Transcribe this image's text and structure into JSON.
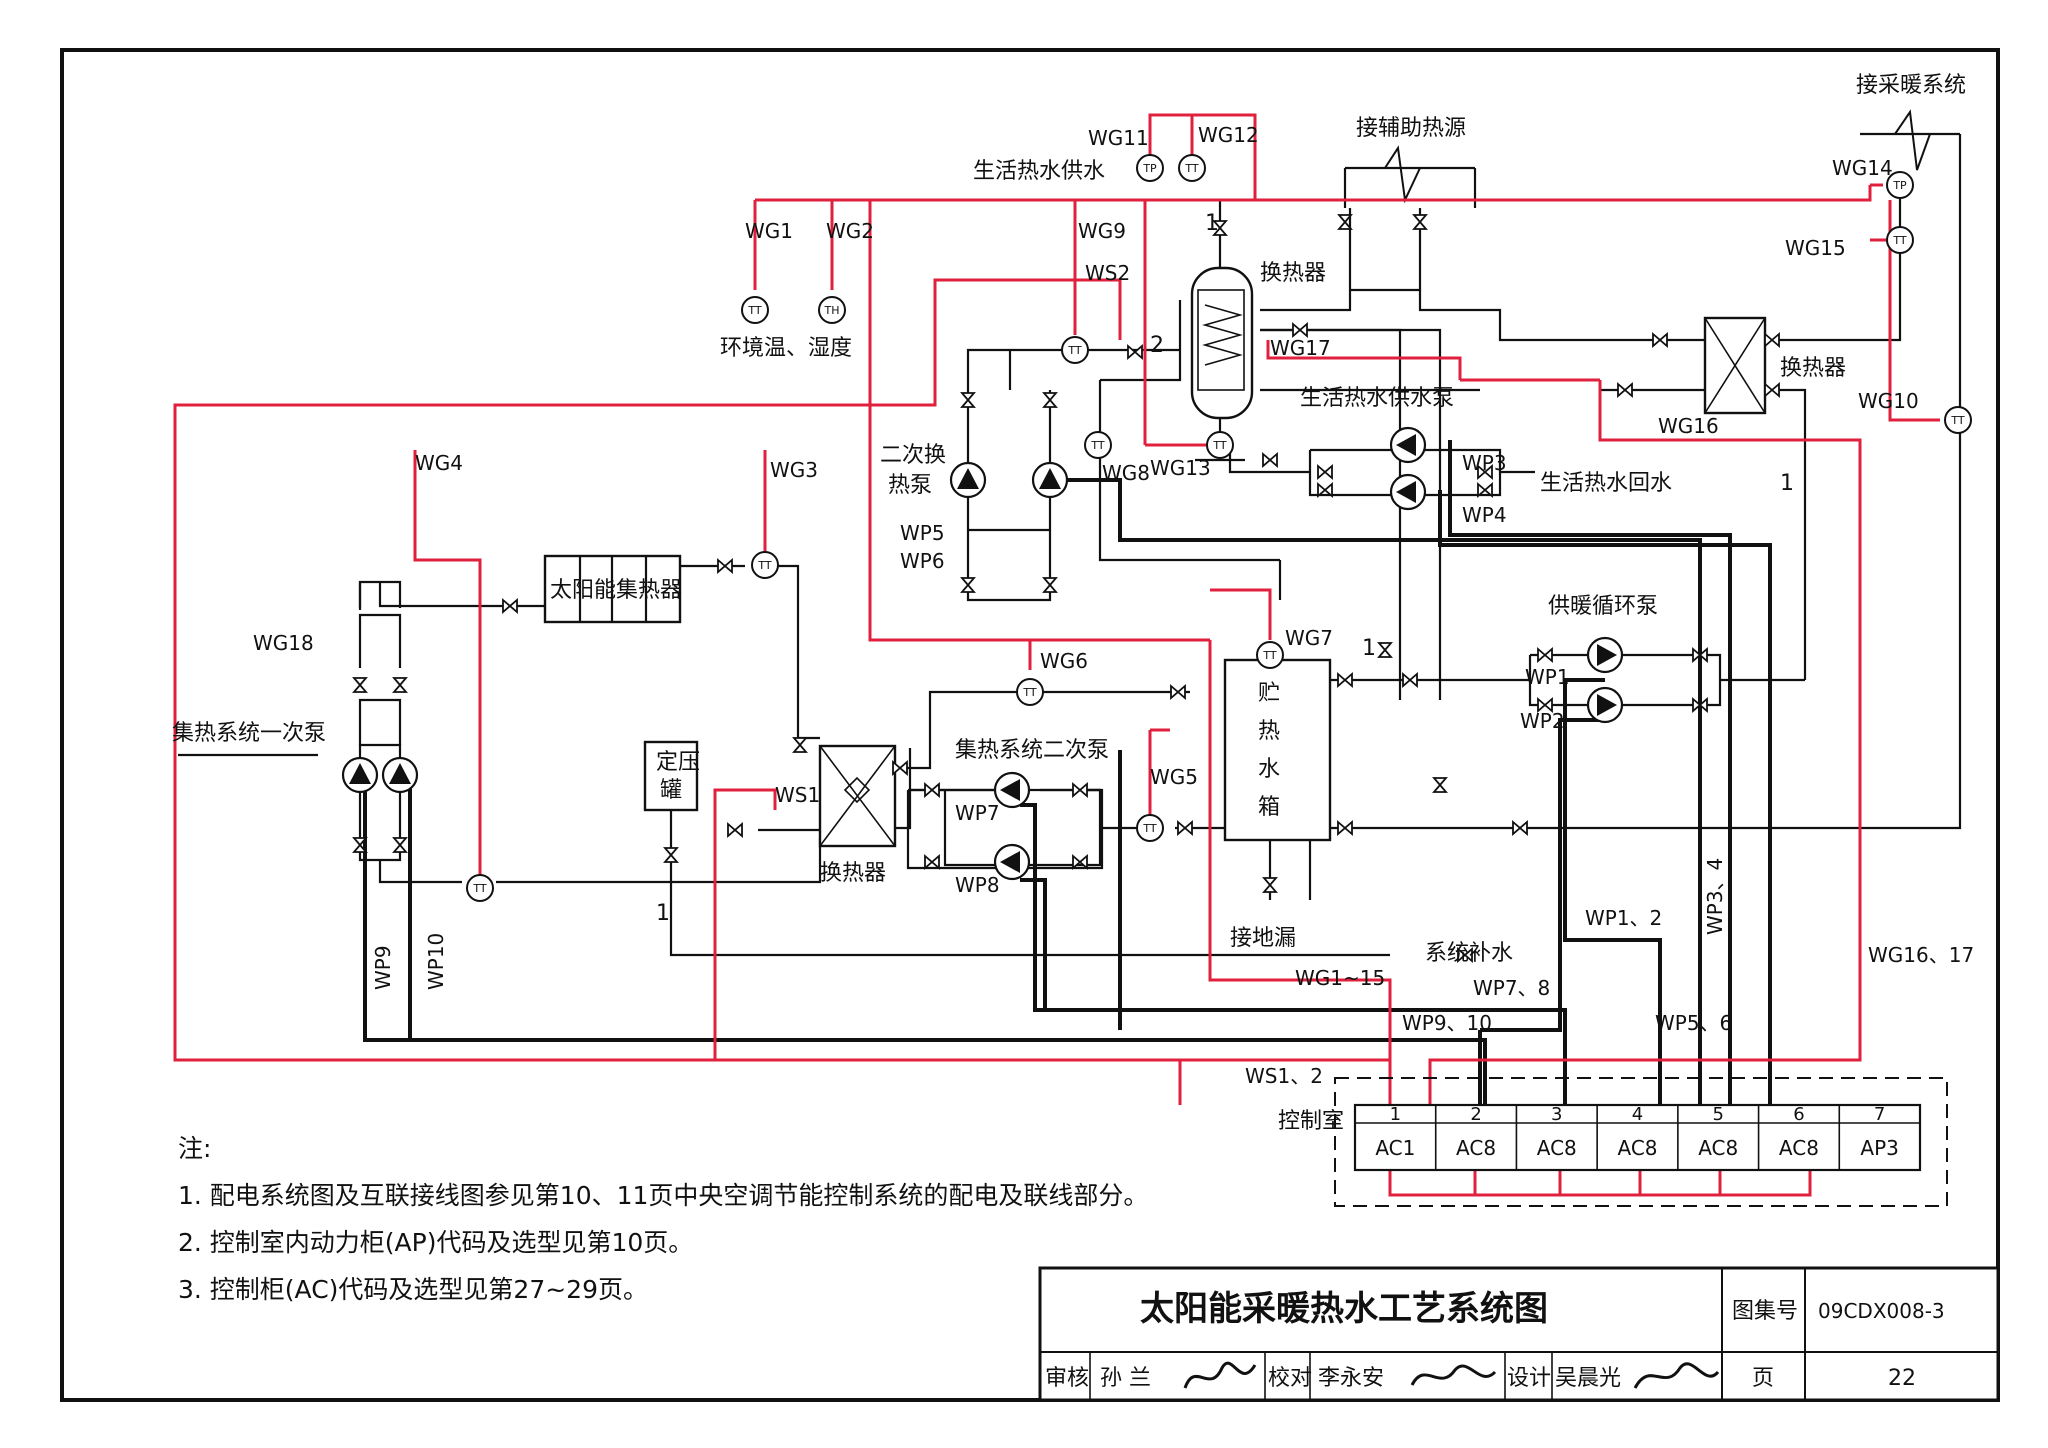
{
  "title_block": {
    "title": "太阳能采暖热水工艺系统图",
    "atlas_label": "图集号",
    "atlas_no": "09CDX008-3",
    "review_label": "审核",
    "reviewer": "孙 兰",
    "check_label": "校对",
    "checker": "李永安",
    "design_label": "设计",
    "designer": "吴晨光",
    "page_label": "页",
    "page_no": "22"
  },
  "notes": {
    "heading": "注:",
    "items": [
      "1. 配电系统图及互联接线图参见第10、11页中央空调节能控制系统的配电及联线部分。",
      "2. 控制室内动力柜(AP)代码及选型见第10页。",
      "3. 控制柜(AC)代码及选型见第27~29页。"
    ]
  },
  "equipment": {
    "solar_collector": "太阳能集热器",
    "storage_tank": [
      "贮",
      "热",
      "水",
      "箱"
    ],
    "hx_main": "换热器",
    "hx_top": "换热器",
    "hx_right": "换热器",
    "pressure_tank": [
      "定压",
      "罐"
    ],
    "primary_pump": "集热系统一次泵",
    "secondary_pump": "集热系统二次泵",
    "sec_hx_pump": [
      "二次换",
      "热泵"
    ],
    "heating_pump": "供暖循环泵",
    "dhw_pump": "生活热水供水泵"
  },
  "connections": {
    "aux_heat": "接辅助热源",
    "heating_sys": "接采暖系统",
    "dhw_supply": "生活热水供水",
    "dhw_return": "生活热水回水",
    "makeup_water": "系统补水",
    "drain": "接地漏",
    "ambient": "环境温、湿度"
  },
  "instruments": {
    "tt": "TT",
    "tp": "TP",
    "th": "TH"
  },
  "tags": {
    "wg1": "WG1",
    "wg2": "WG2",
    "wg3": "WG3",
    "wg4": "WG4",
    "wg5": "WG5",
    "wg6": "WG6",
    "wg7": "WG7",
    "wg8": "WG8",
    "wg9": "WG9",
    "wg10": "WG10",
    "wg11": "WG11",
    "wg12": "WG12",
    "wg13": "WG13",
    "wg14": "WG14",
    "wg15": "WG15",
    "wg16": "WG16",
    "wg17": "WG17",
    "wg18": "WG18",
    "ws1": "WS1",
    "ws2": "WS2",
    "wp1": "WP1",
    "wp2": "WP2",
    "wp3": "WP3",
    "wp4": "WP4",
    "wp5": "WP5",
    "wp6": "WP6",
    "wp7": "WP7",
    "wp8": "WP8",
    "wp9": "WP9",
    "wp10": "WP10"
  },
  "bus_labels": {
    "wg1_15": "WG1~15",
    "wp7_8": "WP7、8",
    "wp9_10": "WP9、10",
    "wp5_6": "WP5、6",
    "wp1_2": "WP1、2",
    "wp3_4": "WP3、4",
    "wg16_17": "WG16、17",
    "ws1_2": "WS1、2"
  },
  "flow_marks": {
    "one": "1",
    "two": "2"
  },
  "control_room": {
    "label": "控制室",
    "numbers": [
      "1",
      "2",
      "3",
      "4",
      "5",
      "6",
      "7"
    ],
    "cabinets": [
      "AC1",
      "AC8",
      "AC8",
      "AC8",
      "AC8",
      "AC8",
      "AP3"
    ]
  }
}
